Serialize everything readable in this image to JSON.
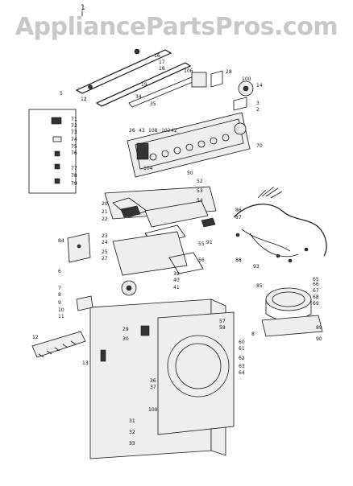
{
  "watermark": "AppliancePartsPros.com",
  "page_marker": "1",
  "callouts": [
    {
      "id": "c1",
      "text": "16"
    },
    {
      "id": "c2",
      "text": "17"
    },
    {
      "id": "c3",
      "text": "18"
    },
    {
      "id": "c4",
      "text": "5"
    },
    {
      "id": "c5",
      "text": "12"
    },
    {
      "id": "c6",
      "text": "19"
    },
    {
      "id": "c7",
      "text": "34"
    },
    {
      "id": "c8",
      "text": "35"
    },
    {
      "id": "c9",
      "text": "106"
    },
    {
      "id": "c10",
      "text": "28"
    },
    {
      "id": "c11",
      "text": "100"
    },
    {
      "id": "c12",
      "text": "14"
    },
    {
      "id": "c13",
      "text": "71"
    },
    {
      "id": "c14",
      "text": "72"
    },
    {
      "id": "c15",
      "text": "73"
    },
    {
      "id": "c16",
      "text": "74"
    },
    {
      "id": "c17",
      "text": "75"
    },
    {
      "id": "c18",
      "text": "76"
    },
    {
      "id": "c19",
      "text": "77"
    },
    {
      "id": "c20",
      "text": "78"
    },
    {
      "id": "c21",
      "text": "79"
    },
    {
      "id": "c22",
      "text": "26"
    },
    {
      "id": "c23",
      "text": "43"
    },
    {
      "id": "c24",
      "text": "108"
    },
    {
      "id": "c25",
      "text": "102"
    },
    {
      "id": "c26",
      "text": "42"
    },
    {
      "id": "c27",
      "text": "70"
    },
    {
      "id": "c28",
      "text": "104"
    },
    {
      "id": "c29",
      "text": "50"
    },
    {
      "id": "c30",
      "text": "52"
    },
    {
      "id": "c31",
      "text": "53"
    },
    {
      "id": "c32",
      "text": "54"
    },
    {
      "id": "c33",
      "text": "20"
    },
    {
      "id": "c34",
      "text": "21"
    },
    {
      "id": "c35",
      "text": "22"
    },
    {
      "id": "c36",
      "text": "23"
    },
    {
      "id": "c37",
      "text": "24"
    },
    {
      "id": "c38",
      "text": "25"
    },
    {
      "id": "c39",
      "text": "27"
    },
    {
      "id": "c40",
      "text": "91"
    },
    {
      "id": "c41",
      "text": "86"
    },
    {
      "id": "c42",
      "text": "87"
    },
    {
      "id": "c43",
      "text": "88"
    },
    {
      "id": "c44",
      "text": "93"
    },
    {
      "id": "c45",
      "text": "55"
    },
    {
      "id": "c46",
      "text": "56"
    },
    {
      "id": "c47",
      "text": "39"
    },
    {
      "id": "c48",
      "text": "40"
    },
    {
      "id": "c49",
      "text": "41"
    },
    {
      "id": "c50",
      "text": "84"
    },
    {
      "id": "c51",
      "text": "6"
    },
    {
      "id": "c52",
      "text": "7"
    },
    {
      "id": "c53",
      "text": "8"
    },
    {
      "id": "c54",
      "text": "9"
    },
    {
      "id": "c55",
      "text": "10"
    },
    {
      "id": "c56",
      "text": "11"
    },
    {
      "id": "c57",
      "text": "12"
    },
    {
      "id": "c58",
      "text": "13"
    },
    {
      "id": "c59",
      "text": "29"
    },
    {
      "id": "c60",
      "text": "30"
    },
    {
      "id": "c61",
      "text": "31"
    },
    {
      "id": "c62",
      "text": "32"
    },
    {
      "id": "c63",
      "text": "33"
    },
    {
      "id": "c64",
      "text": "36"
    },
    {
      "id": "c65",
      "text": "37"
    },
    {
      "id": "c66",
      "text": "57"
    },
    {
      "id": "c67",
      "text": "58"
    },
    {
      "id": "c68",
      "text": "60"
    },
    {
      "id": "c69",
      "text": "61"
    },
    {
      "id": "c70",
      "text": "62"
    },
    {
      "id": "c71",
      "text": "63"
    },
    {
      "id": "c72",
      "text": "64"
    },
    {
      "id": "c73",
      "text": "65"
    },
    {
      "id": "c74",
      "text": "66"
    },
    {
      "id": "c75",
      "text": "67"
    },
    {
      "id": "c76",
      "text": "68"
    },
    {
      "id": "c77",
      "text": "69"
    },
    {
      "id": "c78",
      "text": "8"
    },
    {
      "id": "c79",
      "text": "89"
    },
    {
      "id": "c80",
      "text": "90"
    },
    {
      "id": "c81",
      "text": "85"
    },
    {
      "id": "c82",
      "text": "100"
    },
    {
      "id": "c83",
      "text": "3"
    },
    {
      "id": "c84",
      "text": "2"
    }
  ]
}
